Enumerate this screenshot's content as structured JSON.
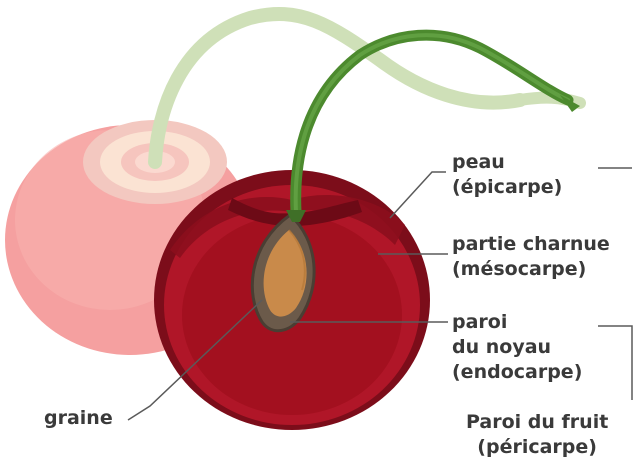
{
  "labels": {
    "epicarp": {
      "line1": "peau",
      "line2": "(épicarpe)"
    },
    "mesocarp": {
      "line1": "partie charnue",
      "line2": "(mésocarpe)"
    },
    "endocarp": {
      "line1": "paroi",
      "line2": "du noyau",
      "line3": "(endocarpe)"
    },
    "seed": "graine",
    "pericarp": {
      "line1": "Paroi du fruit",
      "line2": "(péricarpe)"
    }
  },
  "colors": {
    "back_cherry": "#f6a3a3",
    "skin": "#7c0d1a",
    "flesh": "#b01628",
    "flesh_inner": "#a0101f",
    "pit_wall": "#6b5a4a",
    "seed": "#c98a4a",
    "stem": "#4c8a2e",
    "label_text": "#3a3a3a",
    "leader_line": "#5a5a5a"
  }
}
